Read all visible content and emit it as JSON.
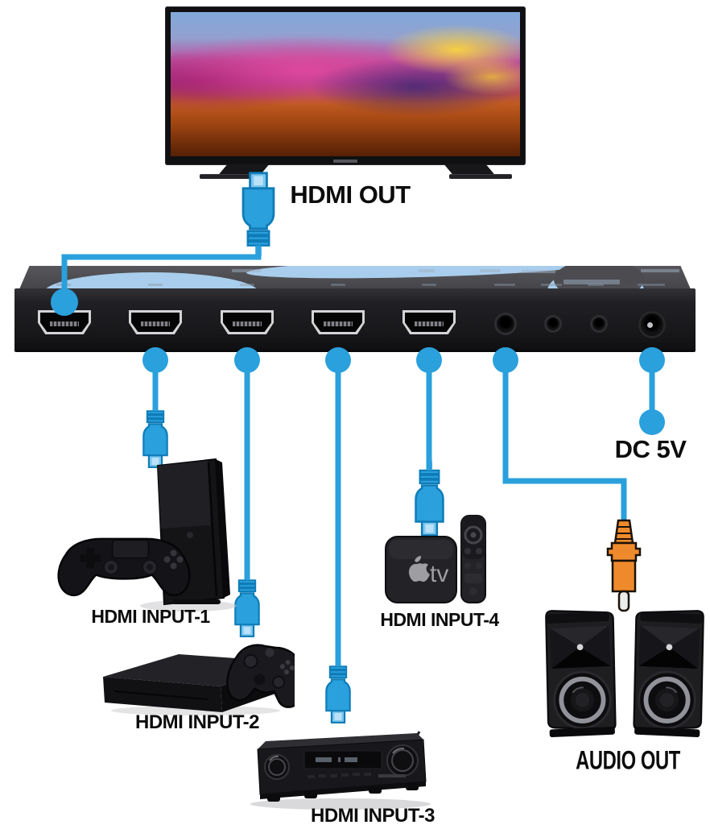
{
  "labels": {
    "hdmi_out": "HDMI OUT",
    "inputs": [
      "HDMI INPUT-1",
      "HDMI INPUT-2",
      "HDMI INPUT-3",
      "HDMI INPUT-4"
    ],
    "dc_power": "DC 5V",
    "audio_out": "AUDIO OUT"
  },
  "apple_tv": {
    "logo_text": "tv"
  },
  "colors": {
    "cable_blue": "#2aa0dd",
    "cable_blue_dark": "#0f7cb8",
    "rca_orange": "#ef8a2c",
    "swoosh_blue": "#a9cdec",
    "label_black": "#0c0c0c"
  }
}
